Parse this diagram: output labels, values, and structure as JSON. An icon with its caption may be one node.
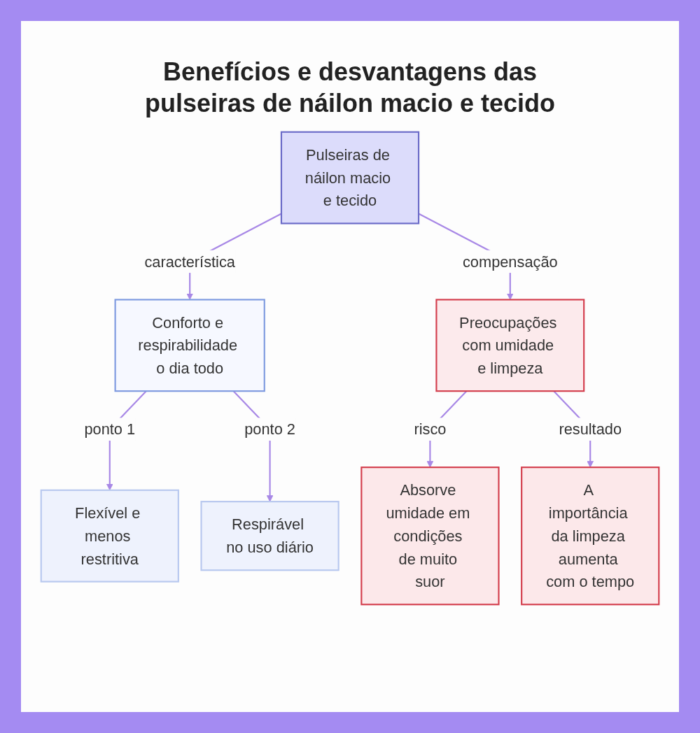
{
  "diagram": {
    "title": "Benefícios e desvantagens das pulseiras de náilon macio e tecido",
    "nodes": [
      {
        "text": [
          "Pulseiras de náilon macio e tecido"
        ]
      },
      {
        "text": [
          "Conforto e respirabilidade o dia todo"
        ]
      },
      {
        "text": [
          "Preocupações com umidade e limpeza"
        ]
      },
      {
        "text": [
          "Flexível e menos restritiva"
        ]
      },
      {
        "text": [
          "Respirável no uso diário"
        ]
      },
      {
        "text": [
          "Absorve umidade em condições de muito suor"
        ]
      },
      {
        "text": [
          "A importância da limpeza aumenta com o tempo"
        ]
      }
    ],
    "edges": [
      {
        "from": 0,
        "to": 1,
        "arrow": "to",
        "label": "característica"
      },
      {
        "from": 0,
        "to": 2,
        "arrow": "to",
        "label": "compensação"
      },
      {
        "from": 1,
        "to": 3,
        "arrow": "to",
        "label": "ponto 1"
      },
      {
        "from": 1,
        "to": 4,
        "arrow": "to",
        "label": "ponto 2"
      },
      {
        "from": 2,
        "to": 5,
        "arrow": "to",
        "label": "risco"
      },
      {
        "from": 2,
        "to": 6,
        "arrow": "to",
        "label": "resultado"
      }
    ]
  }
}
